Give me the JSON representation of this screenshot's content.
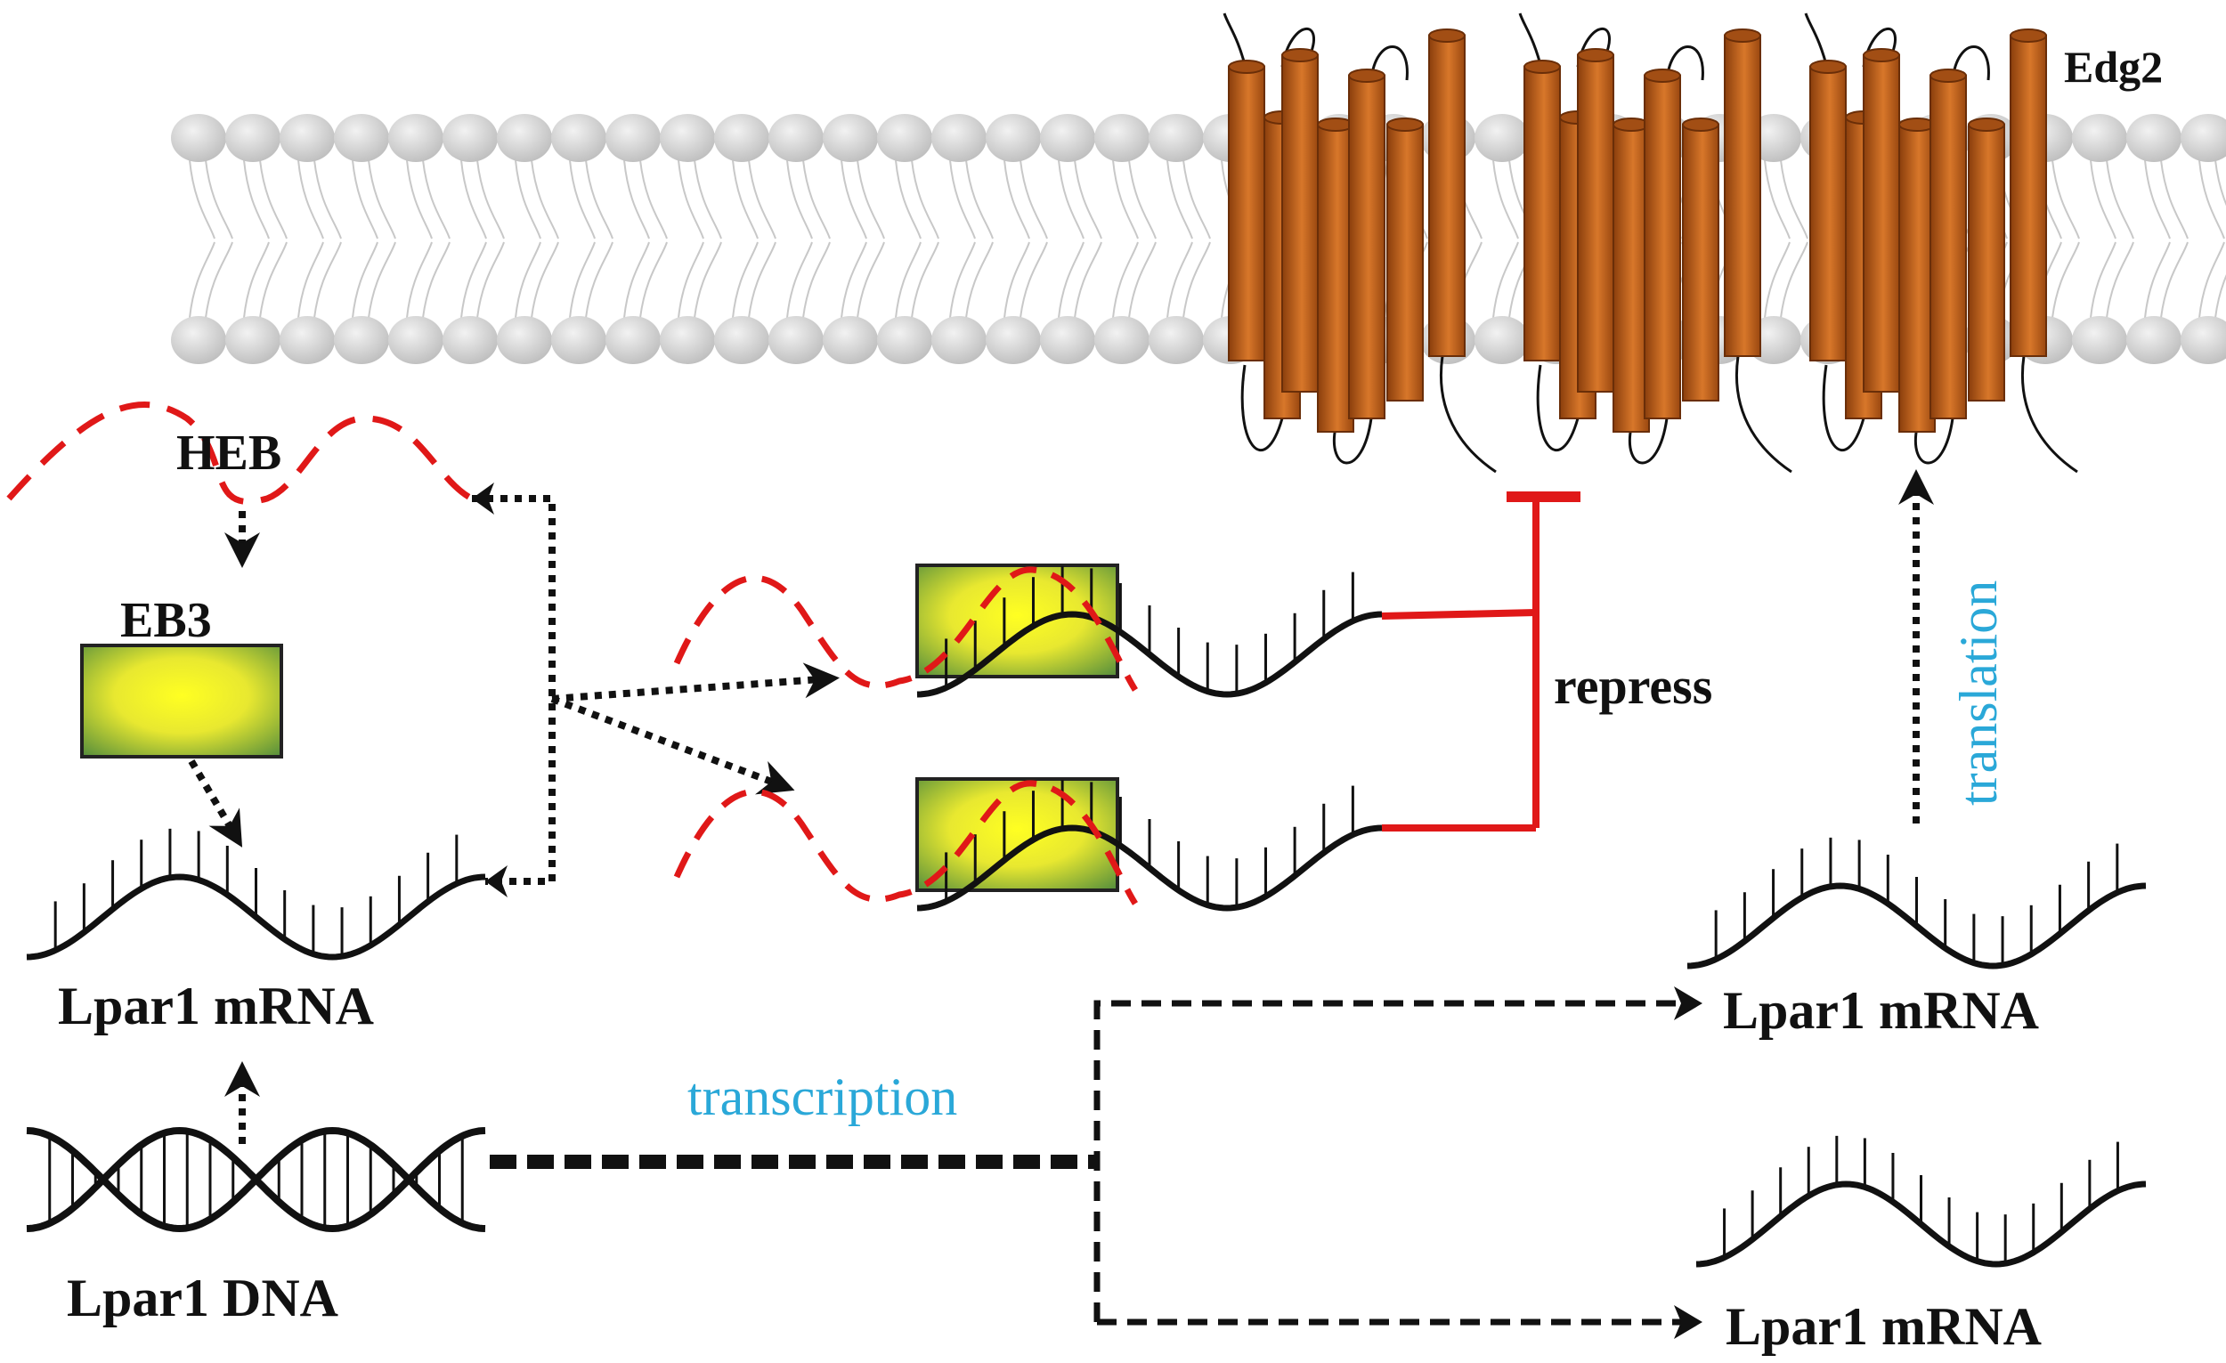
{
  "labels": {
    "receptor": "Edg2",
    "heb": "HEB",
    "eb3": "EB3",
    "repress": "repress",
    "translation": "translation",
    "transcription": "transcription",
    "mrna_left": "Lpar1 mRNA",
    "dna": "Lpar1 DNA",
    "mrna_right_top": "Lpar1 mRNA",
    "mrna_right_bottom": "Lpar1 mRNA"
  },
  "colors": {
    "receptor_fill": "#c2621a",
    "receptor_dark": "#8a3e0c",
    "inhibition": "#e01818",
    "rna_strand": "#111111",
    "heb_dashed": "#e01818",
    "blue_text": "#2aa8d8",
    "lipid_head": "#d0d0d0",
    "eb3_gradient": [
      "#ffff22",
      "#5a8a3a"
    ]
  }
}
